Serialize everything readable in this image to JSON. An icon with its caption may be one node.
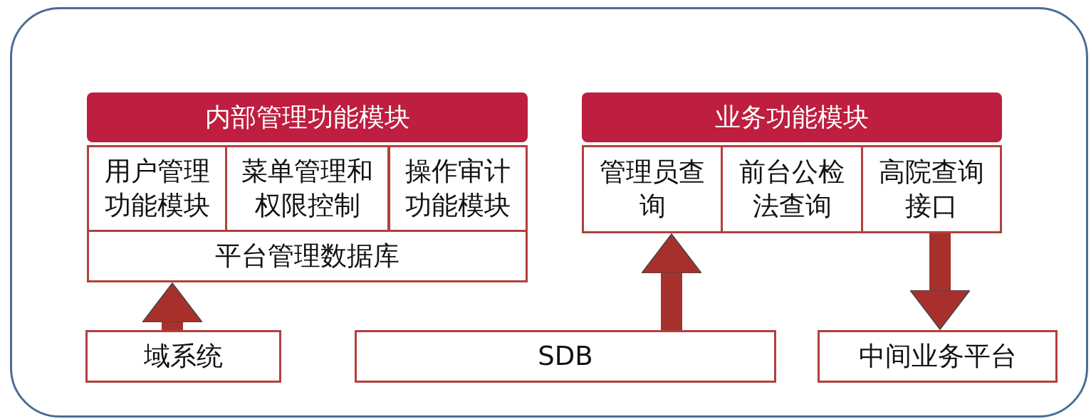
{
  "diagram": {
    "nodes": [
      {
        "text": [],
        "shape": "box"
      },
      {
        "text": [
          "内部管理功能模块"
        ],
        "in": 0
      },
      {
        "text": [
          "用户管理功能模块"
        ],
        "in": 0
      },
      {
        "text": [
          "菜单管理和权限控制"
        ],
        "in": 0
      },
      {
        "text": [
          "操作审计功能模块"
        ],
        "in": 0
      },
      {
        "text": [
          "平台管理数据库"
        ],
        "in": 0
      },
      {
        "text": [
          "业务功能模块"
        ],
        "in": 0
      },
      {
        "text": [
          "管理员查询"
        ],
        "in": 0
      },
      {
        "text": [
          "前台公检法查询"
        ],
        "in": 0
      },
      {
        "text": [
          "高院查询接口"
        ],
        "in": 0
      },
      {
        "text": [
          "域系统"
        ],
        "in": 0
      },
      {
        "text": [
          "SDB"
        ],
        "in": 0
      },
      {
        "text": [
          "中间业务平台"
        ],
        "in": 0
      }
    ],
    "edges": [
      {
        "from": 10,
        "to": 5,
        "arrow": "to"
      },
      {
        "from": 11,
        "to": 7,
        "arrow": "to"
      },
      {
        "from": 9,
        "to": 12,
        "arrow": "to"
      }
    ]
  }
}
